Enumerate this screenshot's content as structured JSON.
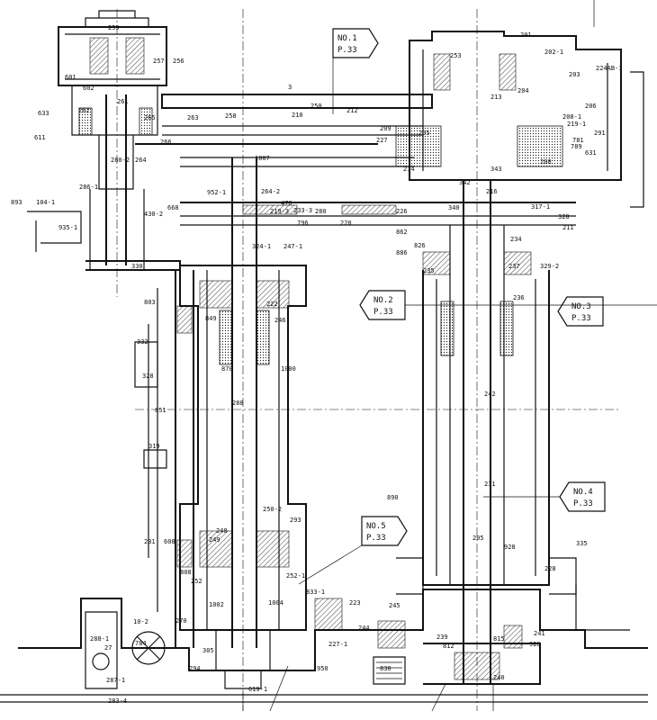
{
  "references": [
    {
      "id": "ref-no1",
      "line1": "NO.1",
      "line2": "P.33"
    },
    {
      "id": "ref-no2",
      "line1": "NO.2",
      "line2": "P.33"
    },
    {
      "id": "ref-no3",
      "line1": "NO.3",
      "line2": "P.33"
    },
    {
      "id": "ref-no4",
      "line1": "NO.4",
      "line2": "P.33"
    },
    {
      "id": "ref-no5",
      "line1": "NO.5",
      "line2": "P.33"
    }
  ],
  "part_labels": [
    "259",
    "257",
    "256",
    "601",
    "602",
    "261",
    "262",
    "633",
    "611",
    "3",
    "265",
    "266",
    "280-2",
    "264",
    "286-1",
    "893",
    "104-1",
    "430-2",
    "668",
    "935-1",
    "330",
    "258",
    "263",
    "210",
    "212",
    "227",
    "209",
    "205",
    "214",
    "216",
    "343",
    "213",
    "204",
    "206",
    "208-1",
    "789",
    "781",
    "631",
    "291",
    "224AB-1",
    "201",
    "202-1",
    "203",
    "253",
    "1007",
    "478",
    "952-1",
    "264-2",
    "219-3",
    "796",
    "280",
    "220",
    "226",
    "340",
    "317-1",
    "328",
    "211",
    "329-2",
    "324-1",
    "247-1",
    "235",
    "237",
    "234",
    "886",
    "803",
    "849",
    "222",
    "246",
    "1000",
    "870",
    "236",
    "242",
    "231",
    "332",
    "328",
    "851",
    "319",
    "228",
    "240",
    "239",
    "812",
    "815",
    "830",
    "928",
    "241",
    "244",
    "245",
    "223",
    "833-1",
    "227-1",
    "950",
    "288-1",
    "27",
    "784",
    "287-1",
    "283-4",
    "305",
    "294",
    "619-1",
    "270",
    "10-2",
    "248",
    "249",
    "252",
    "808",
    "1002",
    "250-2",
    "252-1",
    "1004",
    "890",
    "293",
    "862",
    "928",
    "288",
    "233-3",
    "219-1",
    "208",
    "205",
    "231",
    "608",
    "826",
    "342",
    "335",
    "250",
    "256"
  ]
}
